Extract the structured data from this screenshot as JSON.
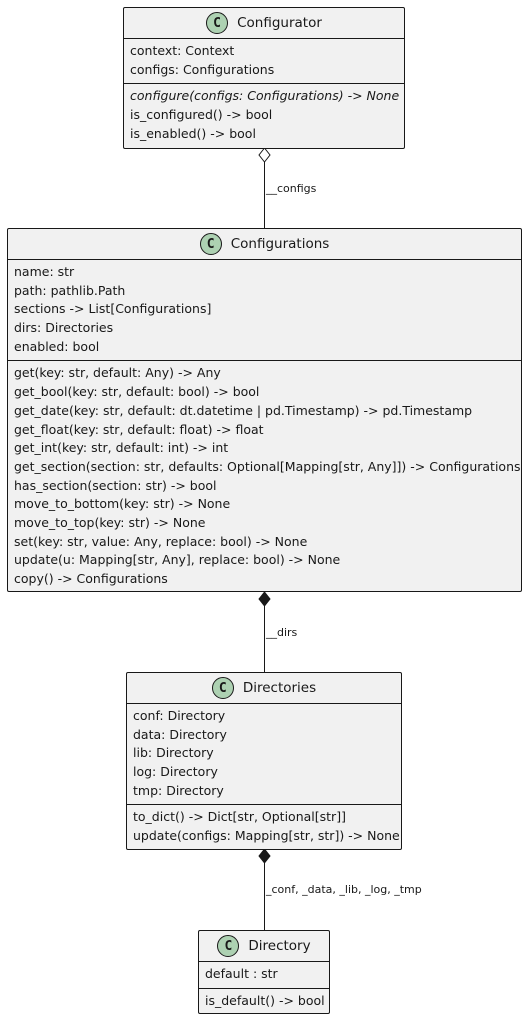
{
  "stereotype_letter": "C",
  "classes": {
    "configurator": {
      "name": "Configurator",
      "attributes": [
        "context: Context",
        "configs: Configurations"
      ],
      "methods": [
        {
          "text": "configure(configs: Configurations) -> None",
          "abstract": true
        },
        {
          "text": "is_configured() -> bool",
          "abstract": false
        },
        {
          "text": "is_enabled() -> bool",
          "abstract": false
        }
      ]
    },
    "configurations": {
      "name": "Configurations",
      "attributes": [
        "name: str",
        "path: pathlib.Path",
        "sections -> List[Configurations]",
        "dirs: Directories",
        "enabled: bool"
      ],
      "methods": [
        "get(key: str, default: Any) -> Any",
        "get_bool(key: str, default: bool) -> bool",
        "get_date(key: str, default: dt.datetime | pd.Timestamp) -> pd.Timestamp",
        "get_float(key: str, default: float) -> float",
        "get_int(key: str, default: int) -> int",
        "get_section(section: str, defaults: Optional[Mapping[str, Any]]) -> Configurations",
        "has_section(section: str) -> bool",
        "move_to_bottom(key: str) -> None",
        "move_to_top(key: str) -> None",
        "set(key: str, value: Any, replace: bool) -> None",
        "update(u: Mapping[str, Any], replace: bool) -> None",
        "copy() -> Configurations"
      ]
    },
    "directories": {
      "name": "Directories",
      "attributes": [
        "conf: Directory",
        "data: Directory",
        "lib: Directory",
        "log: Directory",
        "tmp: Directory"
      ],
      "methods": [
        "to_dict() -> Dict[str, Optional[str]]",
        "update(configs: Mapping[str, str]) -> None"
      ]
    },
    "directory": {
      "name": "Directory",
      "attributes": [
        "default : str"
      ],
      "methods": [
        "is_default() -> bool"
      ]
    }
  },
  "relations": [
    {
      "from": "configurator",
      "to": "configurations",
      "kind": "aggregation",
      "label": "__configs"
    },
    {
      "from": "configurations",
      "to": "directories",
      "kind": "composition",
      "label": "__dirs"
    },
    {
      "from": "directories",
      "to": "directory",
      "kind": "composition",
      "label": "_conf, _data, _lib, _log, _tmp"
    }
  ],
  "colors": {
    "class_fill": "#f1f1f1",
    "stereotype_fill": "#add1b2",
    "line": "#181818"
  }
}
